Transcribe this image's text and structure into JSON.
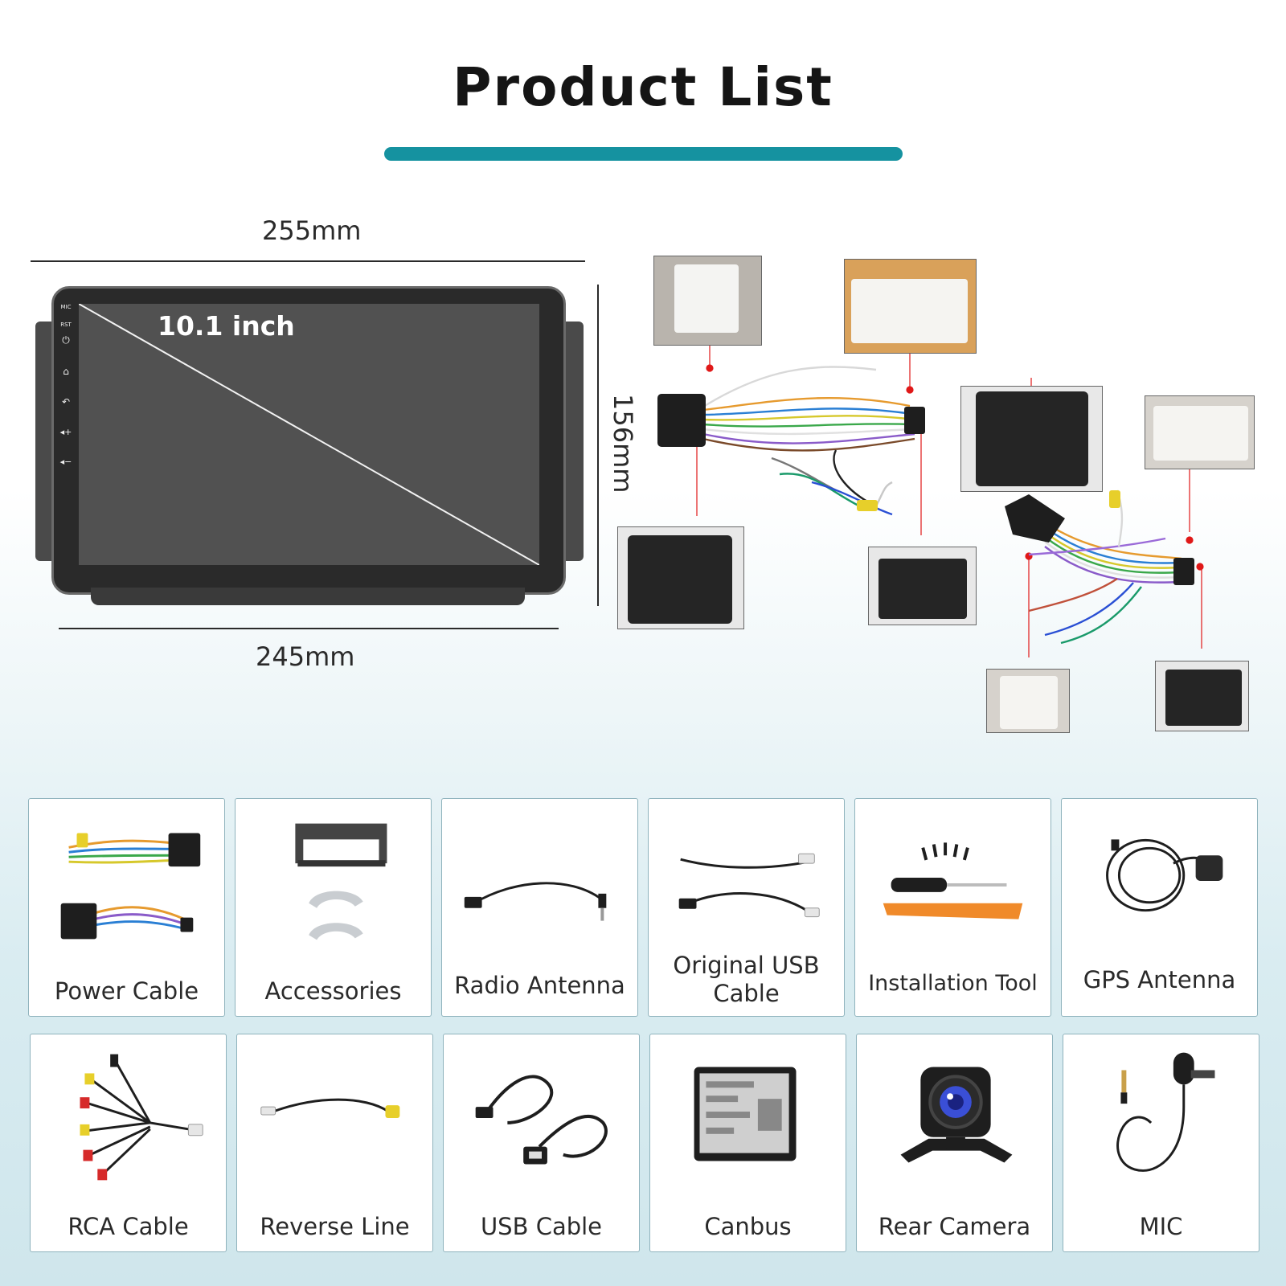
{
  "header": {
    "title": "Product List"
  },
  "dimensions": {
    "top_width": "255mm",
    "bottom_width": "245mm",
    "height": "156mm"
  },
  "head_unit": {
    "screen_size": "10.1 inch",
    "buttons": [
      "MIC",
      "RST"
    ]
  },
  "row1": [
    {
      "label": "Power Cable",
      "icon": "power-cable-icon"
    },
    {
      "label": "Accessories",
      "icon": "accessories-icon"
    },
    {
      "label": "Radio Antenna",
      "icon": "radio-antenna-icon"
    },
    {
      "label": "Original USB Cable",
      "icon": "original-usb-cable-icon"
    },
    {
      "label": "Installation Tool",
      "icon": "installation-tool-icon"
    },
    {
      "label": "GPS Antenna",
      "icon": "gps-antenna-icon"
    }
  ],
  "row2": [
    {
      "label": "RCA Cable",
      "icon": "rca-cable-icon"
    },
    {
      "label": "Reverse Line",
      "icon": "reverse-line-icon"
    },
    {
      "label": "USB Cable",
      "icon": "usb-cable-icon"
    },
    {
      "label": "Canbus",
      "icon": "canbus-icon"
    },
    {
      "label": "Rear Camera",
      "icon": "rear-camera-icon"
    },
    {
      "label": "MIC",
      "icon": "mic-icon"
    }
  ],
  "colors": {
    "accent": "#1592a0",
    "marker": "#e01818"
  }
}
